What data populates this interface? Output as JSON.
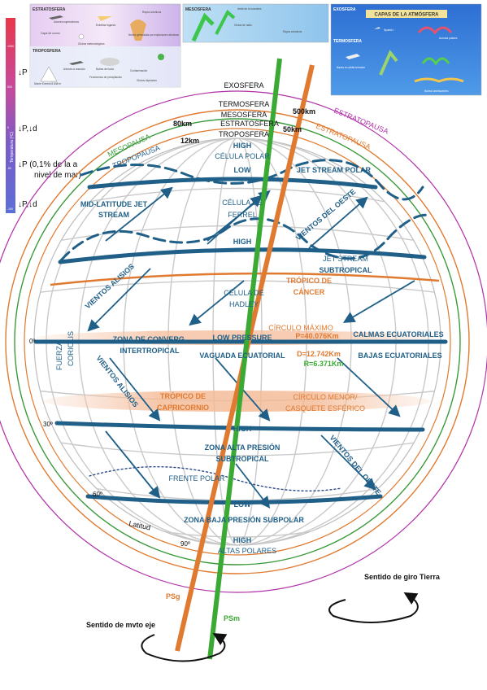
{
  "colors": {
    "orbit_green": "#3a9a3a",
    "orbit_orange": "#e07a30",
    "orbit_purple": "#b02fa8",
    "band_blue": "#1f5f88",
    "label_orange": "#e07a30",
    "label_green": "#3aaa35",
    "label_blue": "#1f5f88"
  },
  "thumbnails": {
    "left": {
      "title_top": "ESTRATOSFERA",
      "caption_items": [
        "Aviones supersónicos",
        "Estrellas fugaces",
        "Rayos cósmicos",
        "Capa de ozono",
        "Nubes generadas por explosiones atómicas",
        "Globos meteorológicos"
      ],
      "title_bottom": "TROPOSFERA",
      "caption_items_bottom": [
        "Monte Everest 8.848 m",
        "Aviones a reacción",
        "Nubes de lluvia",
        "Fenómenos de precipitación",
        "Contaminación",
        "Globos tripulados"
      ]
    },
    "middle": {
      "title": "MESOSFERA",
      "items": [
        "límite de la ionosfera",
        "Ondas de radio",
        "Rayos cósmicos"
      ]
    },
    "right": {
      "title_top": "EXOSFERA",
      "banner": "CAPAS DE LA ATMÓSFERA",
      "title_mid": "TERMOSFERA",
      "items": [
        "Sputnik I",
        "Auroras polares",
        "Naves en órbita terrestre",
        "Nubes luminiscentes"
      ]
    }
  },
  "sidebar": {
    "scale_label": "Temperatura (ºC)",
    "ticks": [
      "1000",
      "500",
      "0",
      "-50",
      "-100"
    ],
    "notes": [
      {
        "line1": "↓P",
        "line2": ""
      },
      {
        "line1": "↓P,↓d",
        "line2": ""
      },
      {
        "line1": "↓P (0,1% de la a",
        "line2": "nivel de mar)"
      },
      {
        "line1": "↓P,↓d",
        "line2": ""
      }
    ]
  },
  "layers": {
    "exosfera": "EXOSFERA",
    "termosfera": "TERMOSFERA",
    "mesosfera": "MESOSFERA",
    "estratosfera": "ESTRATOSFERA",
    "troposfera": "TROPOSFERA",
    "arc_estratopausa_outer": "ESTRATOPAUSA",
    "arc_estratopausa_inner": "ESTRATOPAUSA",
    "arc_mesopausa": "MESOPAUSA",
    "arc_tropopausa": "TROPOPAUSA",
    "km_500": "500km",
    "km_80": "80km",
    "km_50": "50km",
    "km_12": "12km"
  },
  "globe": {
    "high_top": "HIGH",
    "celula_polar": "CÉLULA POLAR",
    "low_top": "LOW",
    "jet_polar": "JET STREAM POLAR",
    "celula_ferrel_1": "CÉLULA DE",
    "celula_ferrel_2": "FERREL",
    "vientos_oeste_top": "VIENTOS DEL OESTE",
    "midlat_jet_1": "MID-LATITUDE JET",
    "midlat_jet_2": "STREAM",
    "high_mid": "HIGH",
    "jet_sub_1": "JET STREAM",
    "jet_sub_2": "SUBTROPICAL",
    "tropico_cancer_1": "TRÓPICO DE",
    "tropico_cancer_2": "CÁNCER",
    "alisios_top": "VIENTOS ALISIOS",
    "celula_hadley_1": "CÉLULA DE",
    "celula_hadley_2": "HADLEY",
    "circulo_maximo": "CÍRCULO MÁXIMO",
    "perimetro": "P=40.076Km",
    "zero_deg": "0º",
    "zona_converg_1": "ZONA DE CONVERG.",
    "zona_converg_2": "INTERTROPICAL",
    "low_pressure": "LOW PRESSURE",
    "calmas": "CALMAS ECUATORIALES",
    "vaguada": "VAGUADA ECUATORIAL",
    "diametro": "D=12.742Km",
    "radio": "R=6.371Km",
    "bajas_ecuat": "BAJAS ECUATORIALES",
    "fuerza_1": "FUERZA",
    "fuerza_2": "CORIOLIS",
    "alisios_bottom": "VIENTOS ALISIOS",
    "tropico_capri_1": "TRÓPICO DE",
    "tropico_capri_2": "CAPRICORNIO",
    "circulo_menor_1": "CÍRCULO MENOR/",
    "circulo_menor_2": "CASQUETE ESFÉRICO",
    "thirty_deg": "30º",
    "high_south": "HIGH",
    "zona_alta_1": "ZONA ALTA PRESIÓN",
    "zona_alta_2": "SUBTROPICAL",
    "vientos_oeste_bottom": "VIENTOS DEL OESTE",
    "frente_polar": "FRENTE POLAR",
    "sixty_deg": "60º",
    "low_south": "LOW",
    "latitud": "Latitud",
    "zona_baja": "ZONA BAJA PRESIÓN SUBPOLAR",
    "ninety_deg": "90º",
    "high_polar": "HIGH",
    "altas_polares": "ALTAS POLARES"
  },
  "bottom": {
    "sentido_giro": "Sentido de giro Tierra",
    "psg": "PSg",
    "psm": "PSm",
    "sentido_eje": "Sentido de mvto eje"
  }
}
